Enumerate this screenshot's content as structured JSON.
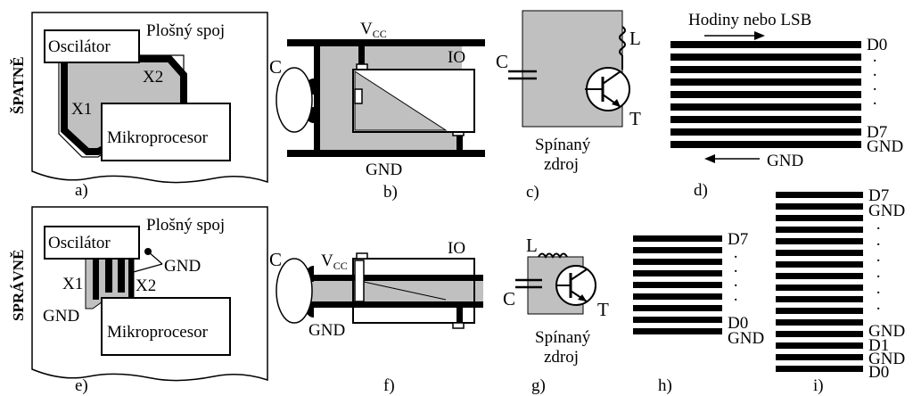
{
  "rows": {
    "wrong": "ŠPATNĚ",
    "correct": "SPRÁVNĚ"
  },
  "panels": {
    "a": {
      "caption": "a)",
      "board": "Plošný spoj",
      "oscillator": "Oscilátor",
      "cpu": "Mikroprocesor",
      "x1": "X1",
      "x2": "X2"
    },
    "b": {
      "caption": "b)",
      "vcc": "V",
      "vcc_sub": "CC",
      "io": "IO",
      "c": "C",
      "gnd": "GND"
    },
    "c": {
      "caption": "c)",
      "c": "C",
      "l": "L",
      "t": "T",
      "title_line1": "Spínaný",
      "title_line2": "zdroj"
    },
    "d": {
      "caption": "d)",
      "clock": "Hodiny nebo LSB",
      "d0": "D0",
      "d7": "D7",
      "gnd_line": "GND",
      "gnd_arrow": "GND"
    },
    "e": {
      "caption": "e)",
      "board": "Plošný spoj",
      "oscillator": "Oscilátor",
      "cpu": "Mikroprocesor",
      "x1": "X1",
      "x2": "X2",
      "gnd_pin": "GND",
      "gnd_area": "GND"
    },
    "f": {
      "caption": "f)",
      "vcc": "V",
      "vcc_sub": "CC",
      "io": "IO",
      "c": "C",
      "gnd": "GND"
    },
    "g": {
      "caption": "g)",
      "c": "C",
      "l": "L",
      "t": "T",
      "title_line1": "Spínaný",
      "title_line2": "zdroj"
    },
    "h": {
      "caption": "h)",
      "d7": "D7",
      "d0": "D0",
      "gnd": "GND"
    },
    "i": {
      "caption": "i)",
      "d7": "D7",
      "gnd_top": "GND",
      "gnd_mid": "GND",
      "d1": "D1",
      "gnd_bottom": "GND",
      "d0": "D0"
    }
  },
  "colors": {
    "ink": "#000000",
    "fill": "#c0c0c0",
    "paper": "#ffffff"
  }
}
